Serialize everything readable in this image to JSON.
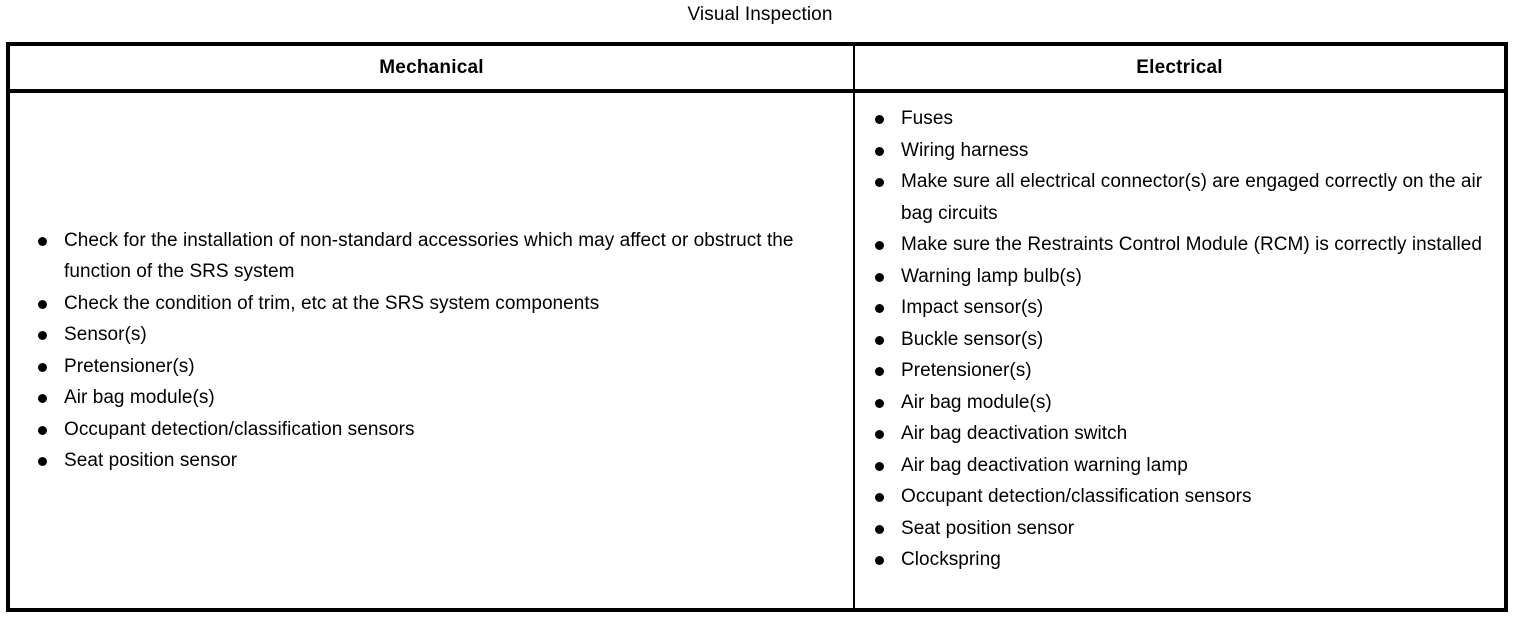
{
  "document": {
    "title": "Visual Inspection"
  },
  "table": {
    "columns": [
      {
        "header": "Mechanical",
        "items": [
          "Check for the installation of non-standard accessories which may affect or obstruct the function of the SRS system",
          "Check the condition of trim, etc at the SRS system components",
          "Sensor(s)",
          "Pretensioner(s)",
          "Air bag module(s)",
          "Occupant detection/classification sensors",
          "Seat position sensor"
        ]
      },
      {
        "header": "Electrical",
        "items": [
          "Fuses",
          "Wiring harness",
          "Make sure all electrical connector(s) are engaged correctly on the air bag circuits",
          "Make sure the Restraints Control Module (RCM) is correctly installed",
          "Warning lamp bulb(s)",
          "Impact sensor(s)",
          "Buckle sensor(s)",
          "Pretensioner(s)",
          "Air bag module(s)",
          "Air bag deactivation switch",
          "Air bag deactivation warning lamp",
          "Occupant detection/classification sensors",
          "Seat position sensor",
          "Clockspring"
        ]
      }
    ]
  },
  "style": {
    "border_color": "#000000",
    "text_color": "#000000",
    "background": "#ffffff"
  }
}
